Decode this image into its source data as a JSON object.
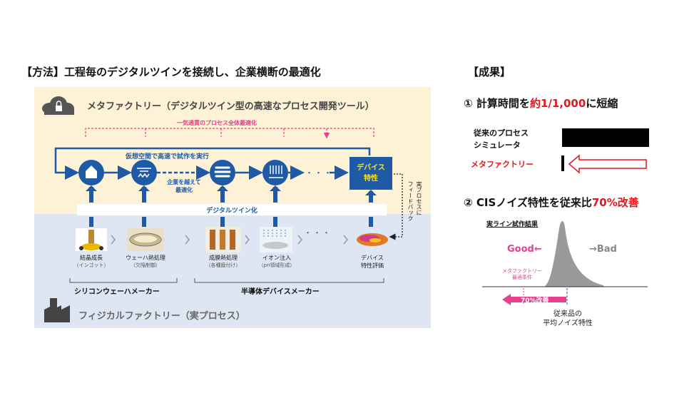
{
  "left_heading": "【方法】工程毎のデジタルツインを接続し、企業横断の最適化",
  "right_heading": "【成果】",
  "diagram": {
    "meta_factory_title": "メタファクトリー（デジタルツイン型の高速なプロセス開発ツール）",
    "overall_opt": "一気通貫のプロセス全体最適化",
    "virtual_space": "仮想空間で高速で試作を実行",
    "cross_company": [
      "企業を越えて",
      "最適化"
    ],
    "dots": "・・・",
    "device_char": [
      "デバイス",
      "特性"
    ],
    "feedback": [
      "実プロセスに",
      "フィードバック"
    ],
    "digital_twin_bar": "デジタルツイン化",
    "processes": [
      {
        "name": "結晶成長",
        "sub": "（インゴット）"
      },
      {
        "name": "ウェーハ熱処理",
        "sub": "（欠陥制御）"
      },
      {
        "name": "成膜熱処理",
        "sub": "（各種膜付け）"
      },
      {
        "name": "イオン注入",
        "sub": "（pn領域形成）"
      },
      {
        "name": "デバイス",
        "sub": "特性評価"
      }
    ],
    "silicon_maker": "シリコンウェーハメーカー",
    "device_maker": "半導体デバイスメーカー",
    "physical_factory": "フィジカルファクトリー（実プロセス）"
  },
  "result1": {
    "prefix": "① 計算時間を",
    "highlight": "約1/1,000",
    "suffix": "に短縮",
    "conventional_label": [
      "従来のプロセス",
      "シミュレータ"
    ],
    "meta_label": "メタファクトリー"
  },
  "result2": {
    "prefix": "② CISノイズ特性を従来比",
    "highlight": "70%改善",
    "chart_title": "実ライン試作結果",
    "good": "Good←",
    "bad": "→Bad",
    "meta_condition": [
      "メタファクトリー",
      "最適条件"
    ],
    "improve_arrow": "70%改善",
    "avg_label": [
      "従来品の",
      "平均ノイズ特性"
    ]
  },
  "colors": {
    "accent_red": "#e8141c",
    "magenta": "#e83e8c",
    "blue": "#1f5aa6",
    "meta_bg": "#fdf1d6",
    "physical_bg": "#dde6f2",
    "device_box": "#1f5aa6",
    "device_text": "#ffe600"
  }
}
